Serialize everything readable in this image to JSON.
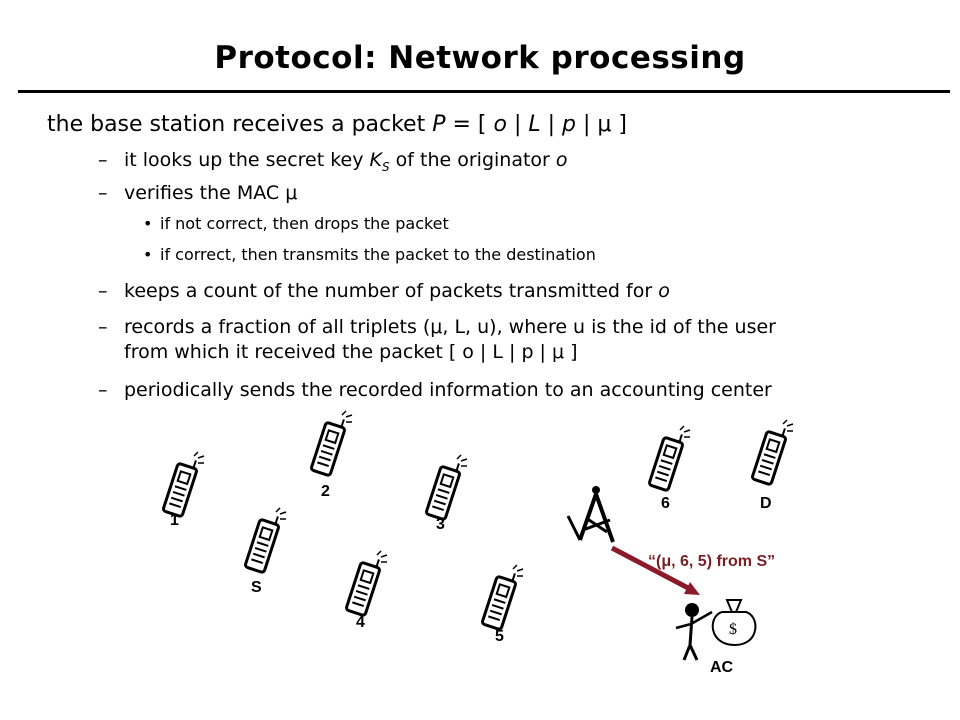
{
  "title": "Protocol: Network processing",
  "intro": {
    "text": "the base station receives a packet ",
    "p": "P",
    "eq": " = [ ",
    "o": "o",
    "sep1": " | ",
    "L": "L",
    "sep2": " | ",
    "pp": "p",
    "sep3": " | ",
    "mu": "μ",
    "end": " ]"
  },
  "items": [
    {
      "pre": "it looks up the secret key ",
      "k": "K",
      "sub": "S",
      "mid": " of the originator ",
      "o": "o"
    },
    {
      "text": "verifies the MAC μ"
    },
    {
      "text": "if not correct, then drops the packet"
    },
    {
      "text": "if correct, then transmits the packet to the destination"
    },
    {
      "pre": "keeps a count of the number of packets transmitted for ",
      "o": "o"
    },
    {
      "line1": "records a fraction of all triplets (μ, L, u), where u is the id of the user",
      "line2": "from which it received the packet [ o | L | p | μ ]"
    },
    {
      "text": "periodically sends the recorded information to an accounting center"
    }
  ],
  "dash_mark": "–",
  "bullet_mark": "•",
  "nodes": {
    "n1": "1",
    "n2": "2",
    "n3": "3",
    "n4": "4",
    "n5": "5",
    "n6": "6",
    "s": "S",
    "d": "D",
    "ac": "AC"
  },
  "annotation": "“(μ, 6, 5) from S”",
  "money_symbol": "$",
  "colors": {
    "arrow": "#8b1a2b",
    "text": "#000000"
  },
  "icons": [
    "mobile-phone-icon",
    "antenna-tower-icon",
    "person-with-money-bag-icon"
  ]
}
